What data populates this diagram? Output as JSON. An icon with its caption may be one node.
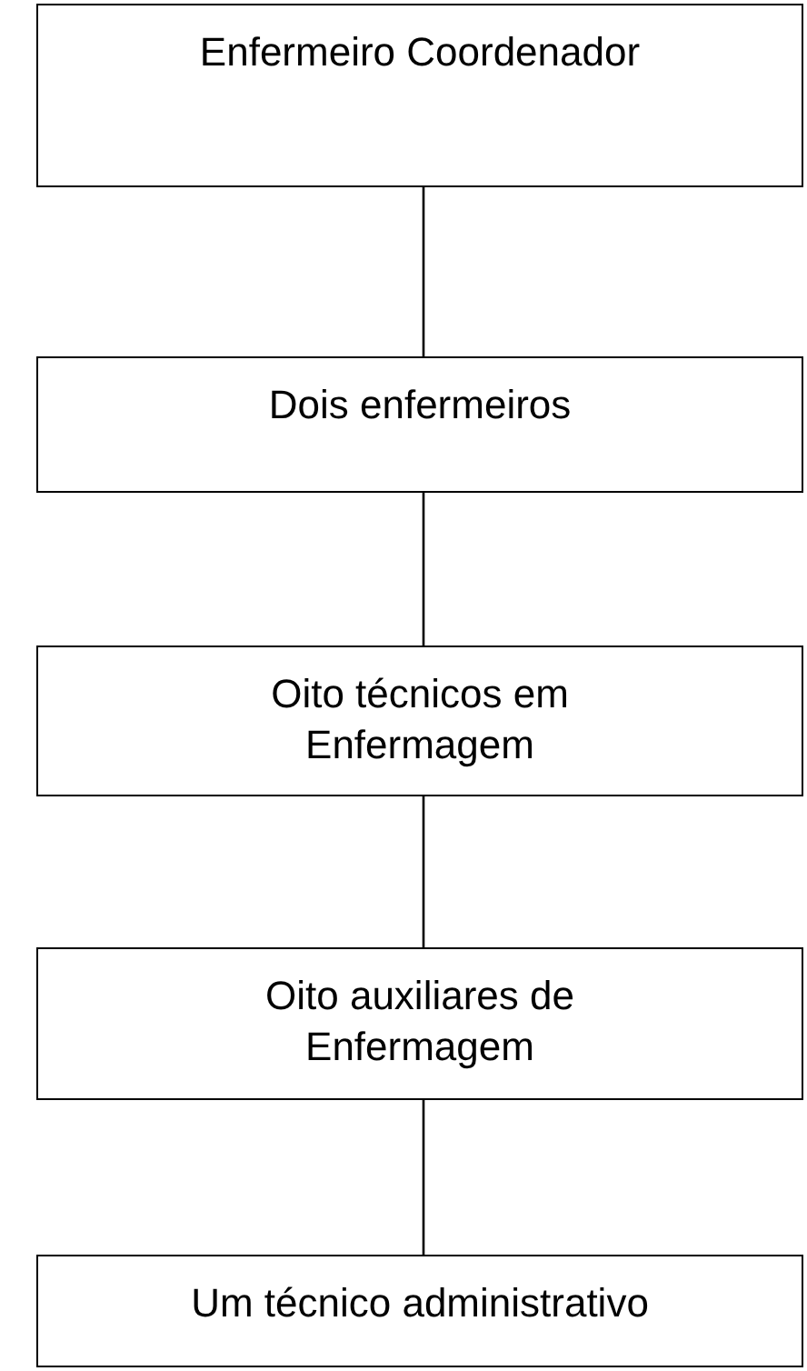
{
  "diagram": {
    "nodes": [
      {
        "text": [
          "Enfermeiro Coordenador"
        ]
      },
      {
        "text": [
          "Dois enfermeiros"
        ]
      },
      {
        "text": [
          "Oito técnicos em Enfermagem"
        ]
      },
      {
        "text": [
          "Oito auxiliares de Enfermagem"
        ]
      },
      {
        "text": [
          "Um técnico administrativo"
        ]
      }
    ],
    "edges": [
      {
        "from": 0,
        "to": 1,
        "arrow": "none"
      },
      {
        "from": 1,
        "to": 2,
        "arrow": "none"
      },
      {
        "from": 2,
        "to": 3,
        "arrow": "none"
      },
      {
        "from": 3,
        "to": 4,
        "arrow": "none"
      }
    ]
  }
}
